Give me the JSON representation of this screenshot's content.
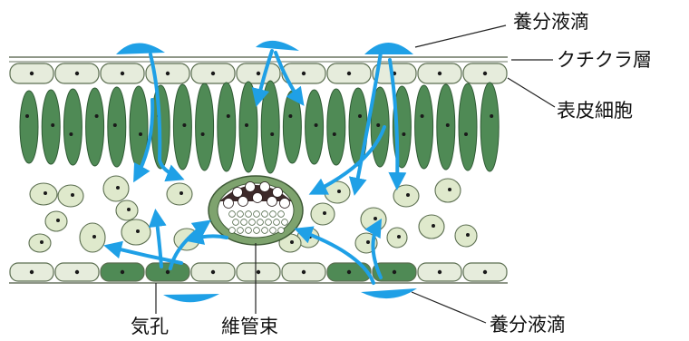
{
  "labels": {
    "nutrient_drop_top": "養分液滴",
    "cuticle": "クチクラ層",
    "epidermal_cell": "表皮細胞",
    "nutrient_drop_bottom": "養分液滴",
    "stoma": "気孔",
    "vascular_bundle": "維管束"
  },
  "colors": {
    "background": "#ffffff",
    "cell_fill": "#e6ecdc",
    "cell_stroke": "#5b6e50",
    "palisade_fill": "#4f8a55",
    "palisade_stroke": "#2f5a34",
    "spongy_fill": "#dfe9cc",
    "guard_cell": "#4f8a55",
    "xylem_dark": "#3d2a2a",
    "bundle_sheath": "#7ea36e",
    "arrow_blue": "#1fa0e6",
    "nucleus": "#1a1a1a"
  },
  "icons": [
    "droplet-icon",
    "arrow-icon"
  ]
}
